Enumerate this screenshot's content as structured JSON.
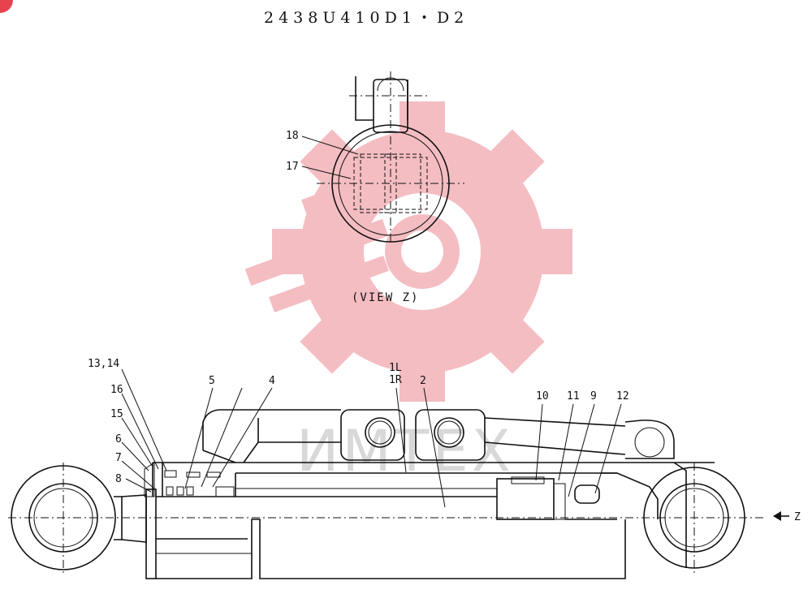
{
  "drawing": {
    "title": "2438U410D1・D2",
    "view_caption": "(VIEW Z)",
    "view_arrow_label": "Z",
    "watermark_text": "ИМТЕХ",
    "brand_color": "#e8424f",
    "watermark_color": "#f3b2b8"
  },
  "callouts": [
    {
      "id": "18",
      "text": "18"
    },
    {
      "id": "17",
      "text": "17"
    },
    {
      "id": "13-14",
      "text": "13,14"
    },
    {
      "id": "16",
      "text": "16"
    },
    {
      "id": "15",
      "text": "15"
    },
    {
      "id": "6",
      "text": "6"
    },
    {
      "id": "7",
      "text": "7"
    },
    {
      "id": "8",
      "text": "8"
    },
    {
      "id": "5",
      "text": "5"
    },
    {
      "id": "4",
      "text": "4"
    },
    {
      "id": "1L",
      "text": "1L"
    },
    {
      "id": "1R",
      "text": "1R"
    },
    {
      "id": "2",
      "text": "2"
    },
    {
      "id": "10",
      "text": "10"
    },
    {
      "id": "11",
      "text": "11"
    },
    {
      "id": "9",
      "text": "9"
    },
    {
      "id": "12",
      "text": "12"
    }
  ]
}
